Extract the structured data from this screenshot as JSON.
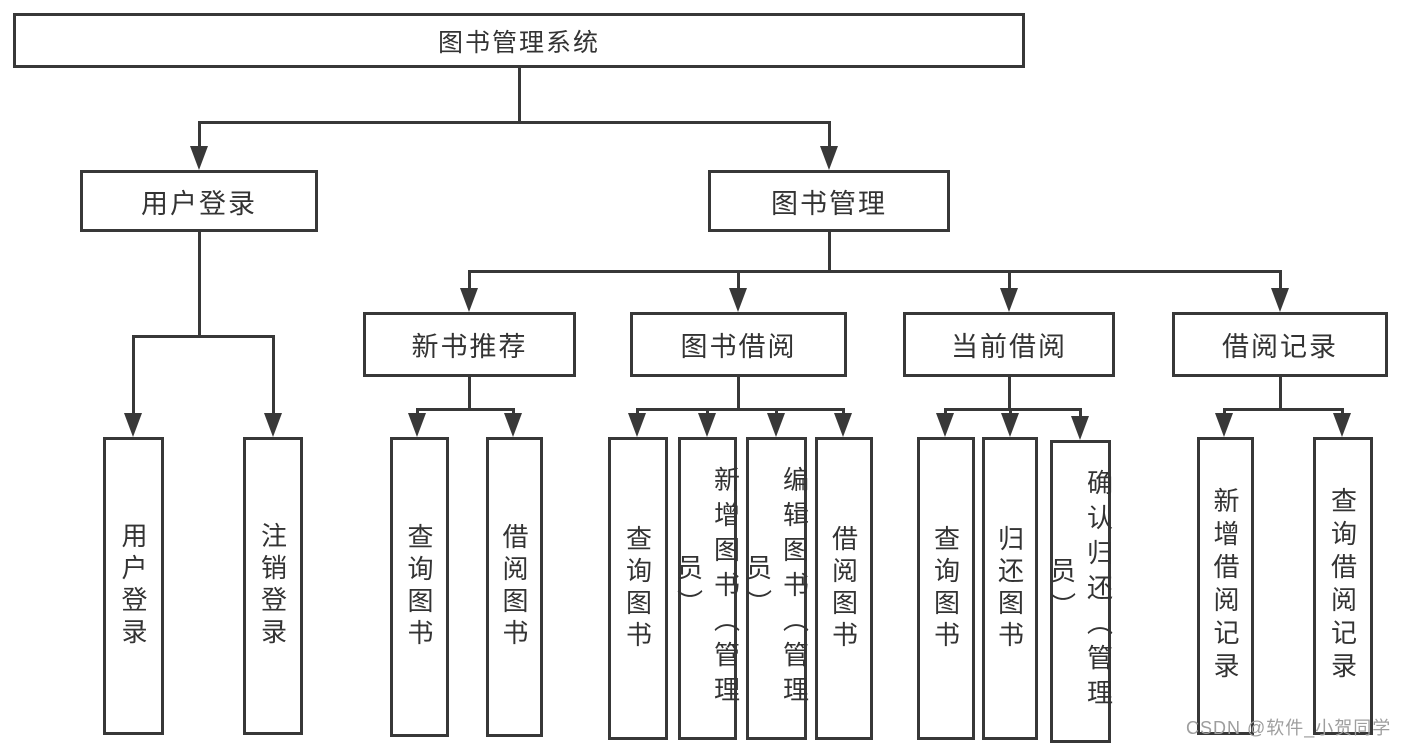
{
  "root": {
    "label": "图书管理系统"
  },
  "level2": [
    {
      "label": "用户登录"
    },
    {
      "label": "图书管理"
    }
  ],
  "level3": [
    {
      "label": "新书推荐"
    },
    {
      "label": "图书借阅"
    },
    {
      "label": "当前借阅"
    },
    {
      "label": "借阅记录"
    }
  ],
  "leaves": {
    "login": [
      {
        "label": "用户登录"
      },
      {
        "label": "注销登录"
      }
    ],
    "recommend": [
      {
        "label": "查询图书"
      },
      {
        "label": "借阅图书"
      }
    ],
    "borrow": [
      {
        "label": "查询图书"
      },
      {
        "label": "新增图书（管理员）"
      },
      {
        "label": "编辑图书（管理员）"
      },
      {
        "label": "借阅图书"
      }
    ],
    "current": [
      {
        "label": "查询图书"
      },
      {
        "label": "归还图书"
      },
      {
        "label": "确认归还（管理员）"
      }
    ],
    "record": [
      {
        "label": "新增借阅记录"
      },
      {
        "label": "查询借阅记录"
      }
    ]
  },
  "watermark": {
    "label": "CSDN @软件_小贺同学"
  },
  "colors": {
    "line": "#383838",
    "text": "#333333",
    "watermark_gray": "#9e9e9e",
    "background": "#ffffff"
  }
}
